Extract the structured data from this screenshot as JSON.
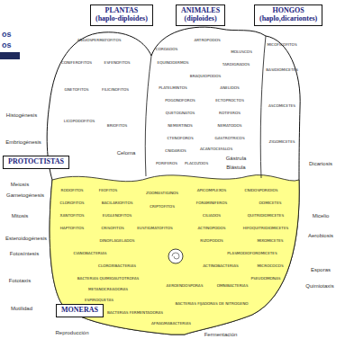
{
  "diagram": {
    "nodes": [
      {
        "text": [
          "PLANTAS",
          "(haplo-diploides)"
        ]
      },
      {
        "text": [
          "ANIMALES",
          "(diploides)"
        ]
      },
      {
        "text": [
          "HONGOS",
          "(haplo,dicariontes)"
        ]
      },
      {
        "text": [
          "PROTOCTISTAS"
        ]
      },
      {
        "text": [
          "MONERAS"
        ]
      }
    ],
    "labels": [
      "os",
      "os",
      "Histogénesis",
      "Embriogénesis",
      "Meiosis",
      "Gametogénesis",
      "Mitosis",
      "Esteroidogénesis",
      "Fotosíntesis",
      "Fototaxis",
      "Motilidad",
      "Reproducción",
      "Celoma",
      "Gástrula",
      "Blástula",
      "Dicariosis",
      "Micelio",
      "Aerobiosis",
      "Esporas",
      "Quimiotaxis",
      "Fermentación",
      "ANGIOSPERMATOFITOS",
      "CONIFEROFITOS",
      "ESFENOFITOS",
      "GNETOFITOS",
      "FILICINOFITOS",
      "LICOPODOFITOS",
      "BRIOFITOS",
      "CORDADOS",
      "ARTROPODOS",
      "MOLUSCOS",
      "EQUINODERMOS",
      "TARDIGRADOS",
      "BRAQUIOPODOS",
      "PLATELMINTOS",
      "ANELIDOS",
      "POGONOFOROS",
      "ECTOPROCTOS",
      "QUETOGNATOS",
      "ROTIFEROS",
      "NEMERTINOS",
      "NEMATODOS",
      "CTENOFOROS",
      "GASTROTRICOS",
      "CNIDARIOS",
      "ACANTOCEFALOS",
      "PORIFEROS",
      "PLACOZOOS",
      "MICOFICOFITOS",
      "BASIDIOMICETES",
      "ASCOMICETES",
      "ZIGOMICETES",
      "RODOFITOS",
      "FEOFITOS",
      "ZOOMASTIGINOS",
      "CLOROFITOS",
      "BACILARIOFITOS",
      "CRIPTOFITOS",
      "XANTOFITOS",
      "EUGLENOFITOS",
      "HAPTOFITOS",
      "CRISOFITOS",
      "EUSTIGMATOFITOS",
      "DINOFLAGELADOS",
      "APICOMPLEXOS",
      "CNIDOSPORIDIOS",
      "FORAMINIFEROS",
      "OOMICETES",
      "CILIADOS",
      "QUITRIDIOMICETES",
      "ACTINOPODOS",
      "HIFOQUITRIDIOMICETES",
      "RIZOPODOS",
      "MIXOMICETES",
      "PLASMODIOFOROMICETES",
      "CIANOBACTERIAS",
      "CLOROXIBACTERIAS",
      "BACTERIAS QUIMIOAUTOTROFAS",
      "METANOCREADORAS",
      "ESPIROQUETAS",
      "AEROENDOSPORAS",
      "OMNIBACTERIAS",
      "ACTINOBACTERIAS",
      "MICROCOCOS",
      "PSEUDOMONAS",
      "BACTERIAS FIJADORAS DE NITROGENO",
      "BACTERIAS FERMENTADORAS",
      "AFRAGMABACTERIAS"
    ]
  }
}
